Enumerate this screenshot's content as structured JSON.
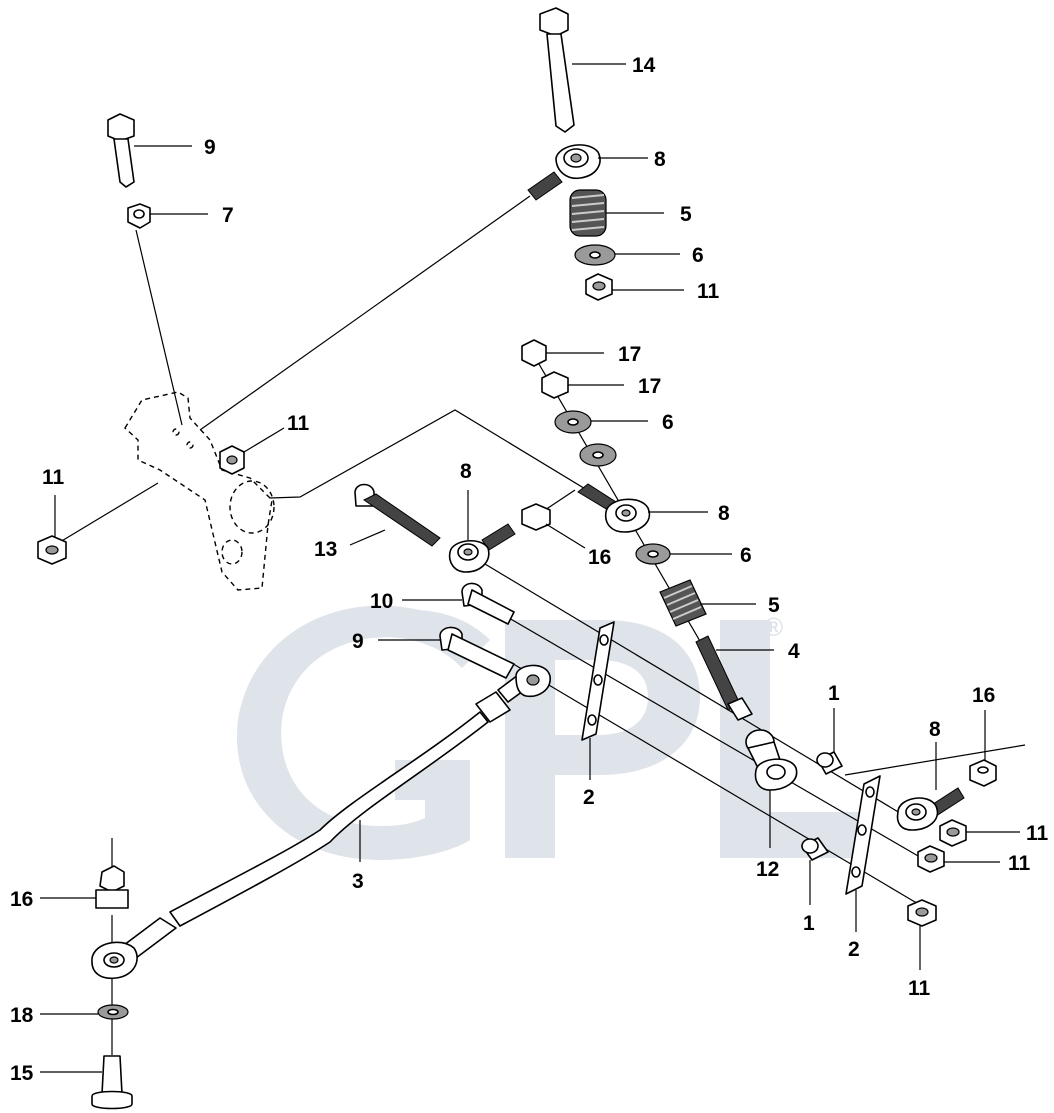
{
  "watermark": {
    "text": "GPL",
    "registered_mark": "®",
    "color": "#dfe3ea"
  },
  "callouts": [
    {
      "id": "c14",
      "text": "14"
    },
    {
      "id": "c9a",
      "text": "9"
    },
    {
      "id": "c8a",
      "text": "8"
    },
    {
      "id": "c7",
      "text": "7"
    },
    {
      "id": "c5a",
      "text": "5"
    },
    {
      "id": "c6a",
      "text": "6"
    },
    {
      "id": "c11a",
      "text": "11"
    },
    {
      "id": "c17a",
      "text": "17"
    },
    {
      "id": "c17b",
      "text": "17"
    },
    {
      "id": "c6b",
      "text": "6"
    },
    {
      "id": "c11b",
      "text": "11"
    },
    {
      "id": "c11c",
      "text": "11"
    },
    {
      "id": "c8b",
      "text": "8"
    },
    {
      "id": "c13",
      "text": "13"
    },
    {
      "id": "c16a",
      "text": "16"
    },
    {
      "id": "c8c",
      "text": "8"
    },
    {
      "id": "c6c",
      "text": "6"
    },
    {
      "id": "c10",
      "text": "10"
    },
    {
      "id": "c5b",
      "text": "5"
    },
    {
      "id": "c9b",
      "text": "9"
    },
    {
      "id": "c4",
      "text": "4"
    },
    {
      "id": "c1a",
      "text": "1"
    },
    {
      "id": "c16b",
      "text": "16"
    },
    {
      "id": "c8d",
      "text": "8"
    },
    {
      "id": "c2a",
      "text": "2"
    },
    {
      "id": "c11d",
      "text": "11"
    },
    {
      "id": "c11e",
      "text": "11"
    },
    {
      "id": "c12",
      "text": "12"
    },
    {
      "id": "c3",
      "text": "3"
    },
    {
      "id": "c16c",
      "text": "16"
    },
    {
      "id": "c1b",
      "text": "1"
    },
    {
      "id": "c2b",
      "text": "2"
    },
    {
      "id": "c11f",
      "text": "11"
    },
    {
      "id": "c18",
      "text": "18"
    },
    {
      "id": "c15",
      "text": "15"
    }
  ]
}
